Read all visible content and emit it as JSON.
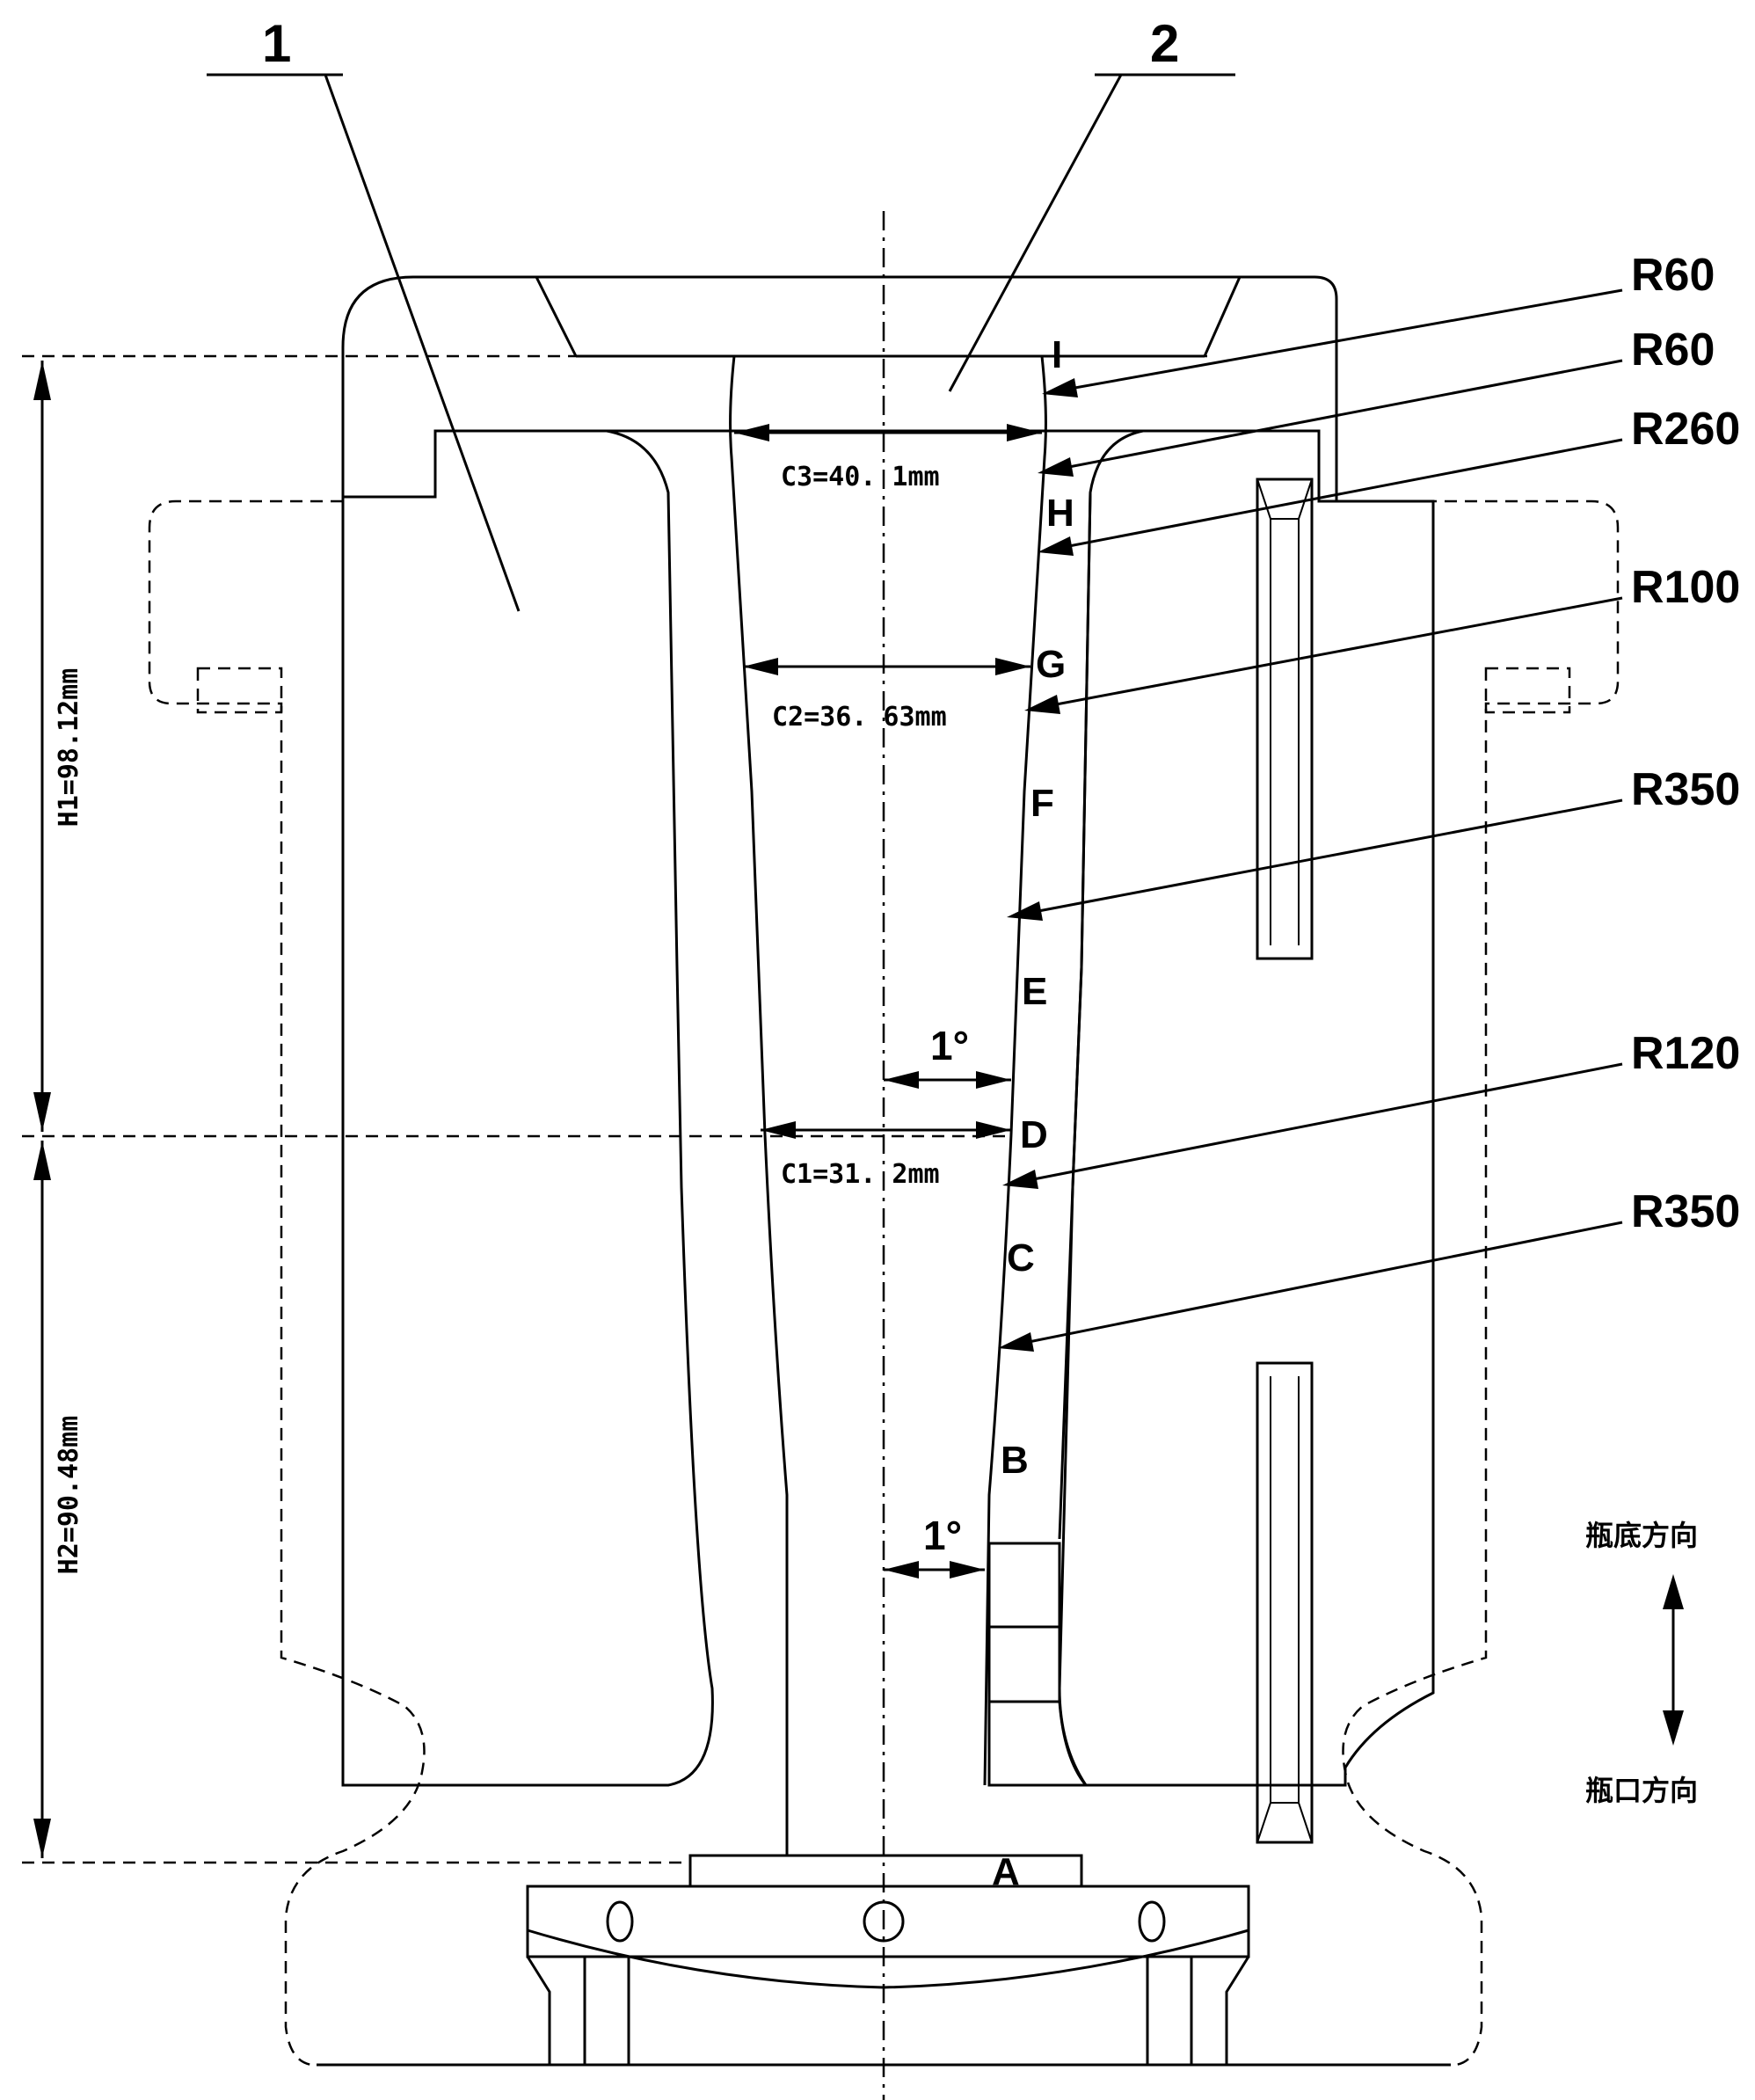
{
  "part_labels": {
    "part1": "1",
    "part2": "2"
  },
  "radii": {
    "r1": "R60",
    "r2": "R60",
    "r3": "R260",
    "r4": "R100",
    "r5": "R350",
    "r6": "R120",
    "r7": "R350"
  },
  "section_letters": {
    "i": "I",
    "h": "H",
    "g": "G",
    "f": "F",
    "e": "E",
    "d": "D",
    "c": "C",
    "b": "B",
    "a": "A"
  },
  "dimensions": {
    "c3": "C3=40. 1mm",
    "c2": "C2=36. 63mm",
    "c1": "C1=31. 2mm",
    "h1": "H1=98.12mm",
    "h2": "H2=90.48mm",
    "angle_upper": "1°",
    "angle_lower": "1°"
  },
  "direction": {
    "bottom": "瓶底方向",
    "mouth": "瓶口方向"
  }
}
